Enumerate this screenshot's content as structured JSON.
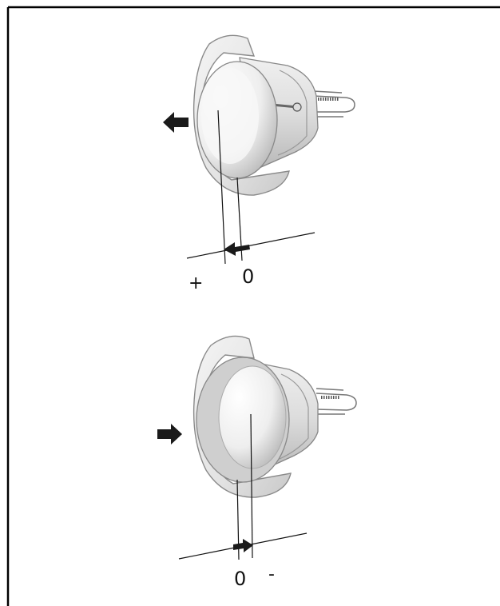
{
  "diagrams": [
    {
      "sign_left": "+",
      "zero": "0",
      "arrow_direction": "left"
    },
    {
      "zero": "0",
      "sign_right": "-",
      "arrow_direction": "right"
    }
  ],
  "colors": {
    "line": "#111111",
    "frame": "#000000",
    "arrow": "#1a1a1a",
    "body": "#e9e9e9",
    "shade": "#bdbdbd"
  }
}
